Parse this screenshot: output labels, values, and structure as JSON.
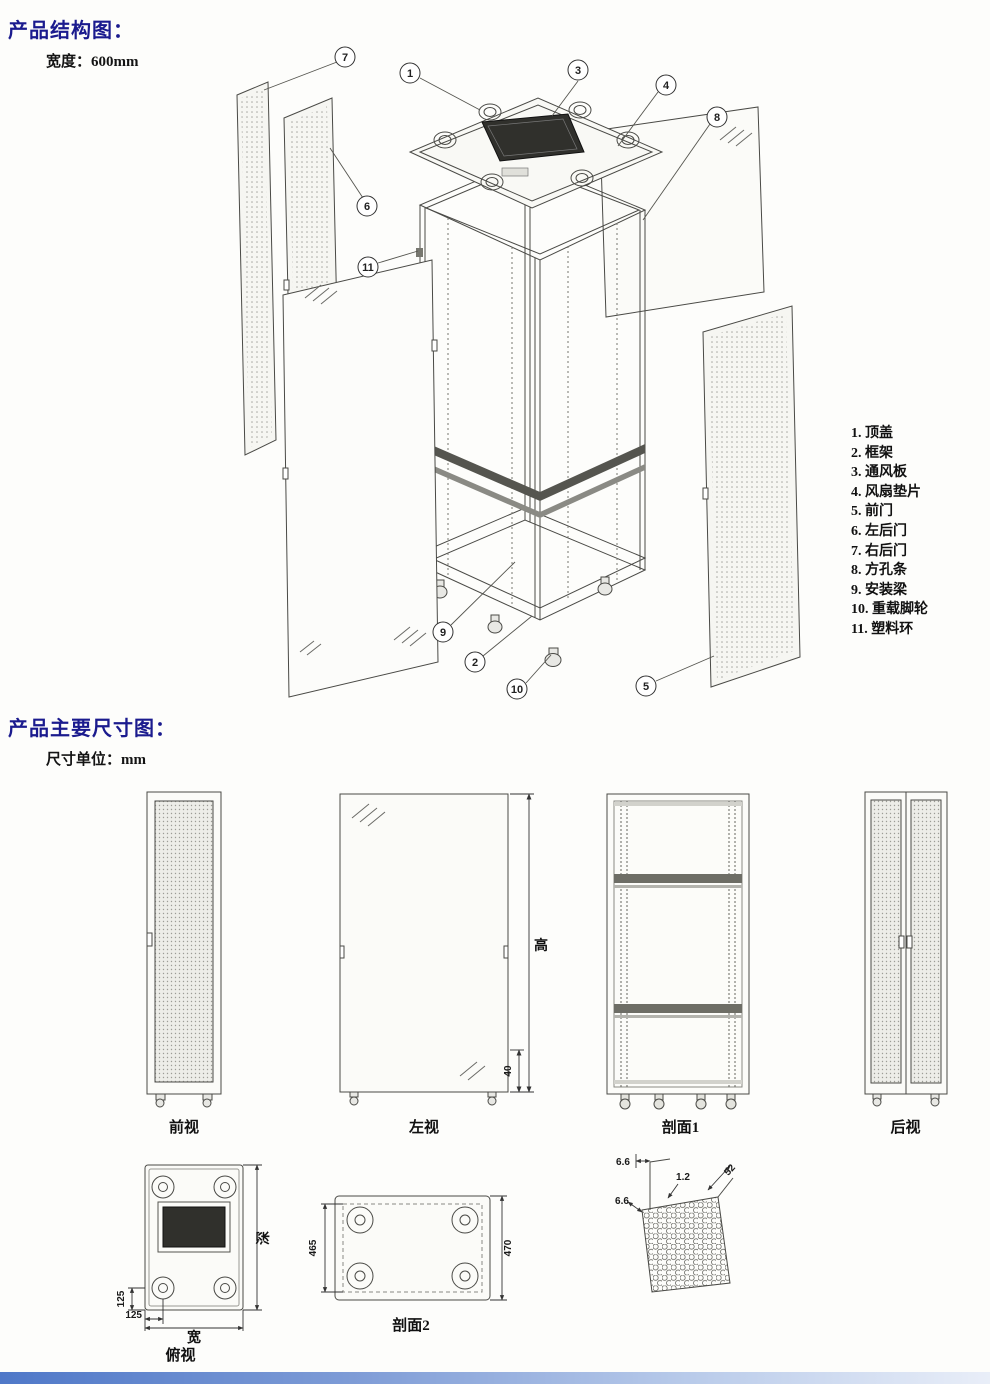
{
  "section_structure": {
    "title": "产品结构图：",
    "subtitle": "宽度：600mm"
  },
  "section_dimensions": {
    "title": "产品主要尺寸图：",
    "subtitle": "尺寸单位：mm"
  },
  "parts_list": [
    {
      "num": "1.",
      "label": "顶盖"
    },
    {
      "num": "2.",
      "label": "框架"
    },
    {
      "num": "3.",
      "label": "通风板"
    },
    {
      "num": "4.",
      "label": "风扇垫片"
    },
    {
      "num": "5.",
      "label": "前门"
    },
    {
      "num": "6.",
      "label": "左后门"
    },
    {
      "num": "7.",
      "label": "右后门"
    },
    {
      "num": "8.",
      "label": "方孔条"
    },
    {
      "num": "9.",
      "label": "安装梁"
    },
    {
      "num": "10.",
      "label": "重载脚轮"
    },
    {
      "num": "11.",
      "label": "塑料环"
    }
  ],
  "callouts": [
    "1",
    "2",
    "3",
    "4",
    "5",
    "6",
    "7",
    "8",
    "9",
    "10",
    "11"
  ],
  "views": {
    "front_label": "前视",
    "left_label": "左视",
    "section1_label": "剖面1",
    "rear_label": "后视",
    "top_label": "俯视",
    "section2_label": "剖面2"
  },
  "dimensions": {
    "height": "高",
    "base_height": "40",
    "width": "宽",
    "depth": "深",
    "d125_left": "125",
    "d125_bottom": "125",
    "d465": "465",
    "d470": "470",
    "hole_66_top": "6.6",
    "hole_66_side": "6.6",
    "hole_12": "1.2",
    "hole_52": "52"
  },
  "colors": {
    "title_blue": "#1b1b8e",
    "line_gray": "#4a4a46",
    "footer_bar_blue": "#4f78c8"
  }
}
